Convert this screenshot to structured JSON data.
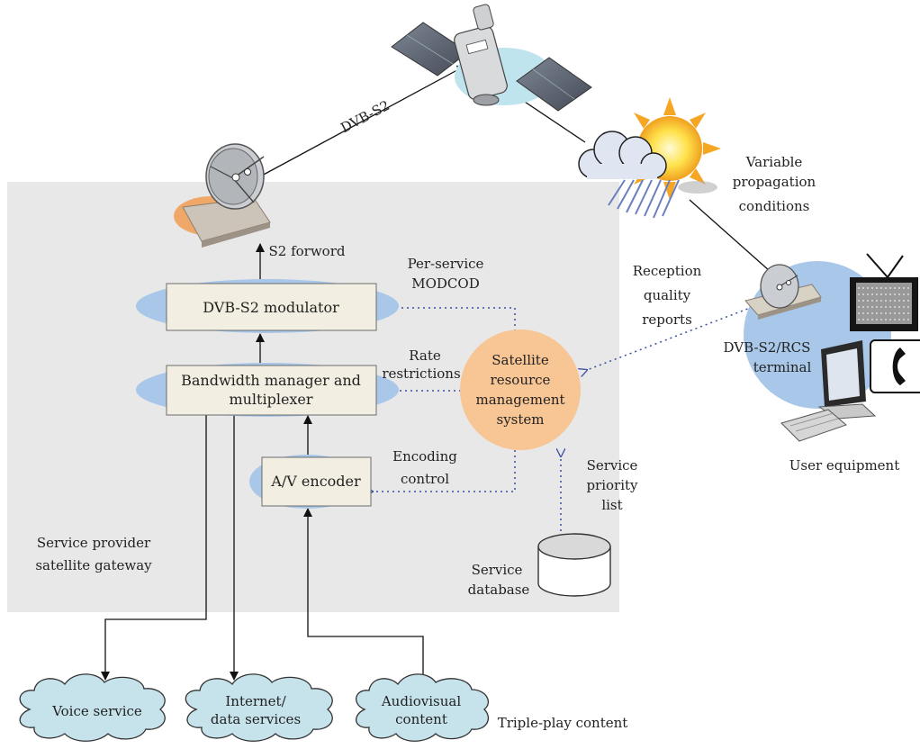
{
  "labels": {
    "dvb_s2_link": "DVB-S2",
    "variable_line1": "Variable",
    "variable_line2": "propagation",
    "variable_line3": "conditions",
    "s2_forward": "S2 forword",
    "per_service_line1": "Per-service",
    "per_service_line2": "MODCOD",
    "reception_line1": "Reception",
    "reception_line2": "quality",
    "reception_line3": "reports",
    "terminal_line1": "DVB-S2/RCS",
    "terminal_line2": "terminal",
    "rate_line1": "Rate",
    "rate_line2": "restrictions",
    "encoding_line1": "Encoding",
    "encoding_line2": "control",
    "service_priority_line1": "Service",
    "service_priority_line2": "priority",
    "service_priority_line3": "list",
    "gateway_line1": "Service provider",
    "gateway_line2": "satellite gateway",
    "database_line1": "Service",
    "database_line2": "database",
    "user_equipment": "User equipment",
    "triple_play": "Triple-play content"
  },
  "boxes": {
    "modulator": "DVB-S2 modulator",
    "bandwidth_line1": "Bandwidth manager and",
    "bandwidth_line2": "multiplexer",
    "encoder": "A/V encoder"
  },
  "srms": {
    "line1": "Satellite",
    "line2": "resource",
    "line3": "management",
    "line4": "system"
  },
  "clouds": {
    "voice": "Voice service",
    "internet_line1": "Internet/",
    "internet_line2": "data services",
    "av_line1": "Audiovisual",
    "av_line2": "content"
  },
  "colors": {
    "gateway_bg": "#e8e8e8",
    "ellipse_blue": "#a9c7e8",
    "box_fill": "#f2efe2",
    "srms_orange": "#f8c594",
    "cloud_fill": "#c6e2ea",
    "user_circle": "#a9c7e8",
    "dotted_blue": "#3a4fa0"
  }
}
